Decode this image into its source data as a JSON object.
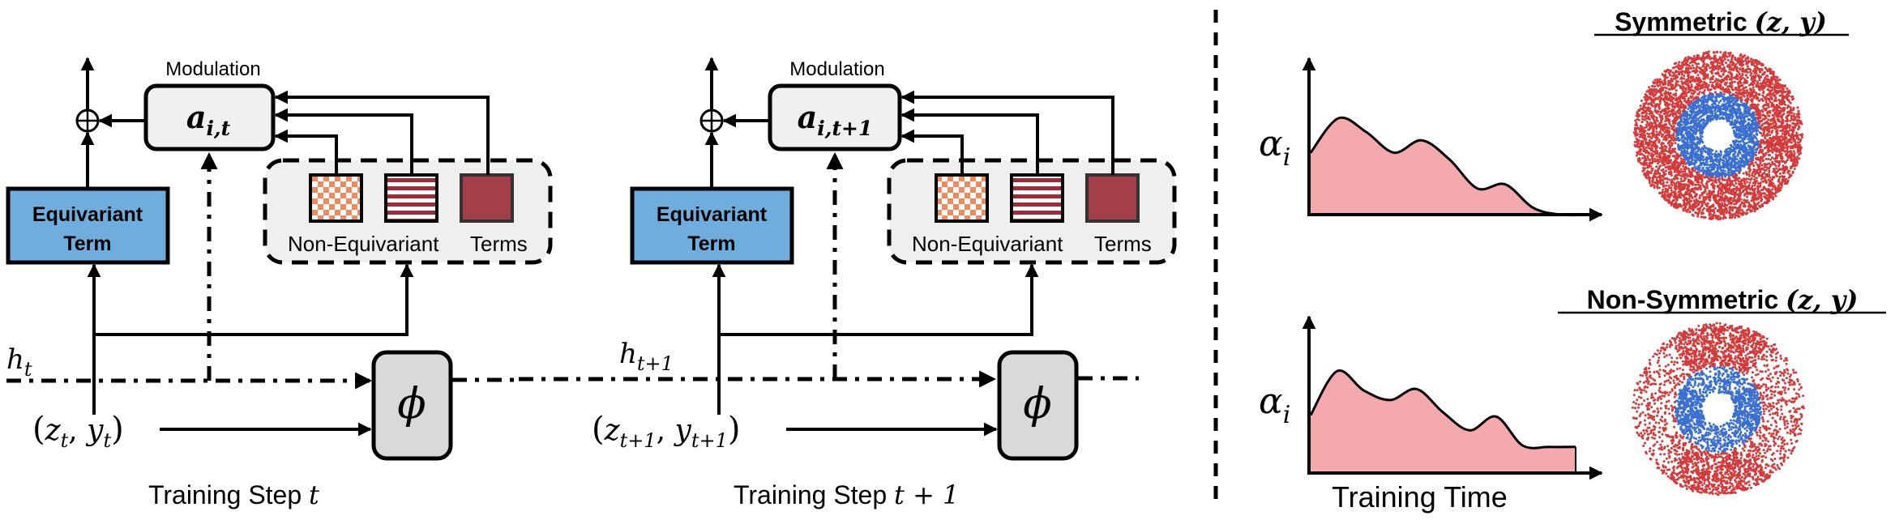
{
  "colors": {
    "equivariant_fill": "#6faedc",
    "modulation_fill": "#f0f0f0",
    "phi_fill": "#d9d9d9",
    "nonequiv_box_fill": "#efefef",
    "checker_orange": "#f08a5d",
    "stripe_red": "#9e2a3a",
    "solid_red": "#a23f48",
    "area_pink": "#f4a9ad",
    "ring_outer_red": "#d43a3a",
    "ring_inner_blue": "#3a6fd0"
  },
  "steps": [
    {
      "modulation_label": "Modulation",
      "alpha_symbol": "a",
      "alpha_subscript": "i,t",
      "equivariant_label_line1": "Equivariant",
      "equivariant_label_line2": "Term",
      "nonequiv_label_1": "Non-Equivariant",
      "nonequiv_label_2": "Terms",
      "hidden_symbol": "h",
      "hidden_subscript": "t",
      "input_z": "z",
      "input_y": "y",
      "input_subscript": "t",
      "phi_symbol": "ϕ",
      "caption_text": "Training Step ",
      "caption_math": "t"
    },
    {
      "modulation_label": "Modulation",
      "alpha_symbol": "a",
      "alpha_subscript": "i,t+1",
      "equivariant_label_line1": "Equivariant",
      "equivariant_label_line2": "Term",
      "nonequiv_label_1": "Non-Equivariant",
      "nonequiv_label_2": "Terms",
      "hidden_symbol": "h",
      "hidden_subscript": "t+1",
      "input_z": "z",
      "input_y": "y",
      "input_subscript": "t+1",
      "phi_symbol": "ϕ",
      "caption_text": "Training Step ",
      "caption_math": "t + 1"
    }
  ],
  "plus_symbol": "⊕",
  "right_panel": {
    "symmetric_title": "Symmetric ",
    "symmetric_math": "(z, y)",
    "nonsymmetric_title": "Non-Symmetric ",
    "nonsymmetric_math": "(z, y)",
    "y_axis_symbol": "α",
    "y_axis_subscript": "i",
    "x_axis_label": "Training Time"
  },
  "chart_data": [
    {
      "type": "area",
      "title": "Symmetric (z, y)",
      "xlabel": "",
      "ylabel": "α_i",
      "xlim": [
        0,
        1
      ],
      "ylim": [
        0,
        1
      ],
      "x": [
        0.0,
        0.1,
        0.2,
        0.3,
        0.4,
        0.5,
        0.6,
        0.7,
        0.8,
        0.9,
        1.0
      ],
      "values": [
        0.45,
        0.7,
        0.6,
        0.45,
        0.54,
        0.4,
        0.19,
        0.22,
        0.05,
        0.0,
        0.0
      ]
    },
    {
      "type": "area",
      "title": "Non-Symmetric (z, y)",
      "xlabel": "Training Time",
      "ylabel": "α_i",
      "xlim": [
        0,
        1
      ],
      "ylim": [
        0,
        1
      ],
      "x": [
        0.0,
        0.1,
        0.2,
        0.3,
        0.4,
        0.5,
        0.6,
        0.7,
        0.8,
        0.9,
        1.0
      ],
      "values": [
        0.42,
        0.74,
        0.6,
        0.53,
        0.61,
        0.44,
        0.31,
        0.41,
        0.2,
        0.19,
        0.19
      ]
    }
  ],
  "scatter_rings": [
    {
      "name": "symmetric",
      "inner_hole": 0.19,
      "blue_outer": 0.5,
      "red_outer": 1.0,
      "red_concentration": "uniform"
    },
    {
      "name": "non-symmetric",
      "inner_hole": 0.19,
      "blue_outer": 0.5,
      "red_outer": 1.0,
      "red_concentration": "top-bottom"
    }
  ]
}
